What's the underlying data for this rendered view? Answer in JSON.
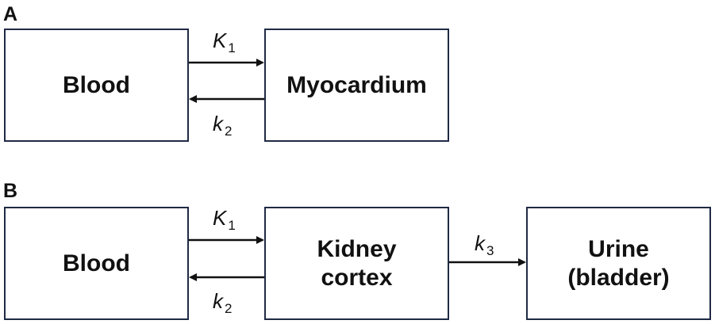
{
  "panel_a": {
    "letter": "A",
    "blood": "Blood",
    "myocardium": "Myocardium",
    "forward_rate": {
      "symbol": "K",
      "subscript": "1"
    },
    "backward_rate": {
      "symbol": "k",
      "subscript": "2"
    }
  },
  "panel_b": {
    "letter": "B",
    "blood": "Blood",
    "kidney_line1": "Kidney",
    "kidney_line2": "cortex",
    "urine_line1": "Urine",
    "urine_line2": "(bladder)",
    "forward_rate": {
      "symbol": "K",
      "subscript": "1"
    },
    "backward_rate": {
      "symbol": "k",
      "subscript": "2"
    },
    "excretion_rate": {
      "symbol": "k",
      "subscript": "3"
    }
  },
  "colors": {
    "box_border": "#1f2a44",
    "arrow": "#111111",
    "text": "#111111"
  }
}
